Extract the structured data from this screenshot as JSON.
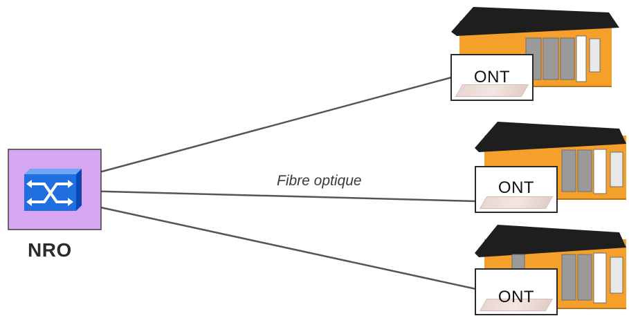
{
  "nodes": {
    "nro": {
      "label": "NRO",
      "color": "#d6a6f2",
      "switch_color": "#1f6fe0"
    },
    "onts": [
      {
        "label": "ONT"
      },
      {
        "label": "ONT"
      },
      {
        "label": "ONT"
      }
    ]
  },
  "links": {
    "label": "Fibre optique",
    "color": "#555555"
  },
  "colors": {
    "house_wall": "#f5a02a",
    "roof": "#1e1e1e",
    "window": "#9a9a9a"
  },
  "icons": [
    "network-switch-icon",
    "house-icon"
  ]
}
